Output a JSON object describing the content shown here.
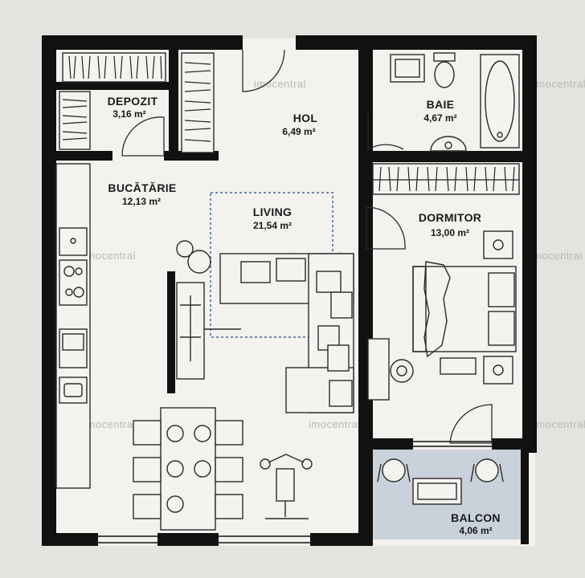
{
  "rooms": [
    {
      "id": "depozit",
      "name": "DEPOZIT",
      "area": "3,16 m²"
    },
    {
      "id": "hol",
      "name": "HOL",
      "area": "6,49 m²"
    },
    {
      "id": "baie",
      "name": "BAIE",
      "area": "4,67 m²"
    },
    {
      "id": "bucatarie",
      "name": "BUCĂTĂRIE",
      "area": "12,13 m²"
    },
    {
      "id": "living",
      "name": "LIVING",
      "area": "21,54 m²"
    },
    {
      "id": "dormitor",
      "name": "DORMITOR",
      "area": "13,00 m²"
    },
    {
      "id": "balcon",
      "name": "BALCON",
      "area": "4,06 m²"
    }
  ],
  "watermark": "imocentral",
  "colors": {
    "wall": "#111111",
    "floor": "#f3f2ee",
    "balcony": "#c9d2da",
    "background": "#e4e3df",
    "rug": "#6f86b0"
  }
}
